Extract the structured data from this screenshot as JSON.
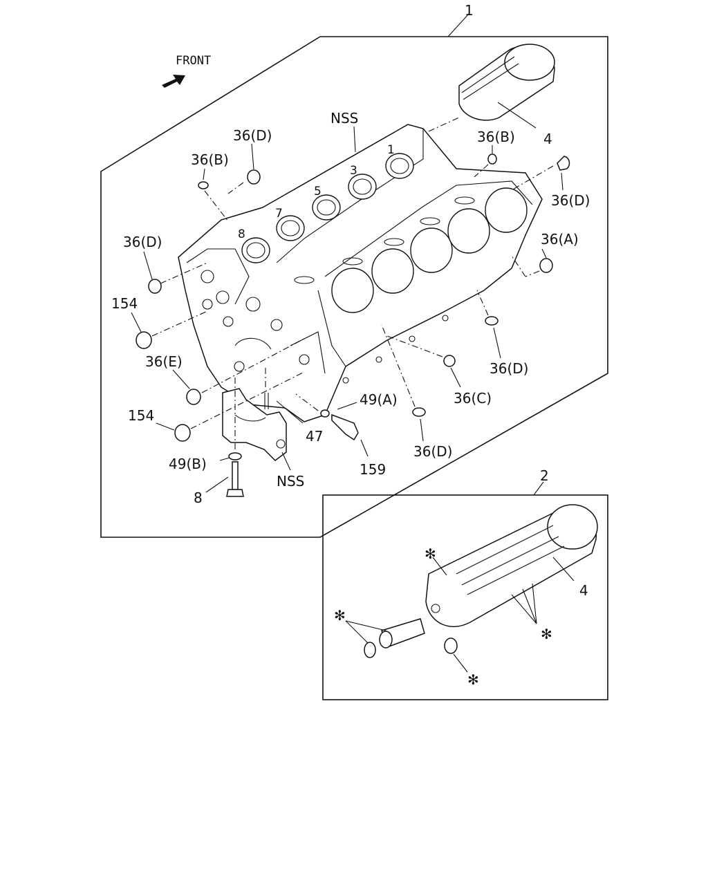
{
  "front_label": "FRONT",
  "callouts": {
    "assy1": "1",
    "assy2": "2",
    "piston_top": "4",
    "piston_bottom": "4",
    "nss_top": "NSS",
    "nss_bottom": "NSS",
    "c36d_a": "36(D)",
    "c36d_b": "36(D)",
    "c36d_c": "36(D)",
    "c36d_d": "36(D)",
    "c36d_e": "36(D)",
    "c36b_a": "36(B)",
    "c36b_b": "36(B)",
    "c36a": "36(A)",
    "c36c": "36(C)",
    "c36e": "36(E)",
    "c154_a": "154",
    "c154_b": "154",
    "c49a": "49(A)",
    "c49b": "49(B)",
    "c47": "47",
    "c159": "159",
    "c8": "8",
    "star1": "✻",
    "star2": "✻",
    "star3": "✻",
    "star4": "✻"
  }
}
